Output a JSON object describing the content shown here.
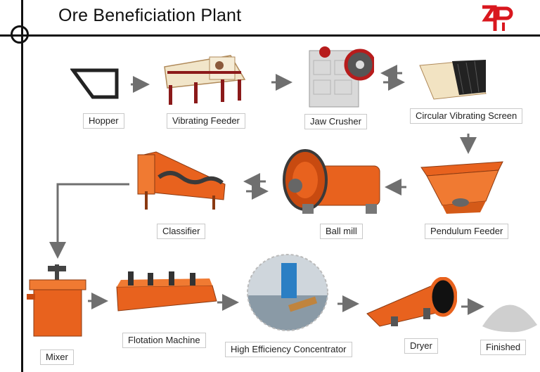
{
  "header": {
    "title": "Ore Beneficiation Plant",
    "logo_icon": "zp-logo-icon"
  },
  "colors": {
    "machine_orange": "#e8621e",
    "arrow_gray": "#6f6f6f",
    "logo_red": "#d9171e"
  },
  "steps": {
    "hopper": "Hopper",
    "vibrating_feeder": "Vibrating Feeder",
    "jaw_crusher": "Jaw Crusher",
    "circular_vibrating_screen": "Circular Vibrating Screen",
    "classifier": "Classifier",
    "ball_mill": "Ball mill",
    "pendulum_feeder": "Pendulum Feeder",
    "mixer": "Mixer",
    "flotation_machine": "Flotation Machine",
    "high_efficiency_concentrator": "High Efficiency Concentrator",
    "dryer": "Dryer",
    "finished": "Finished"
  }
}
